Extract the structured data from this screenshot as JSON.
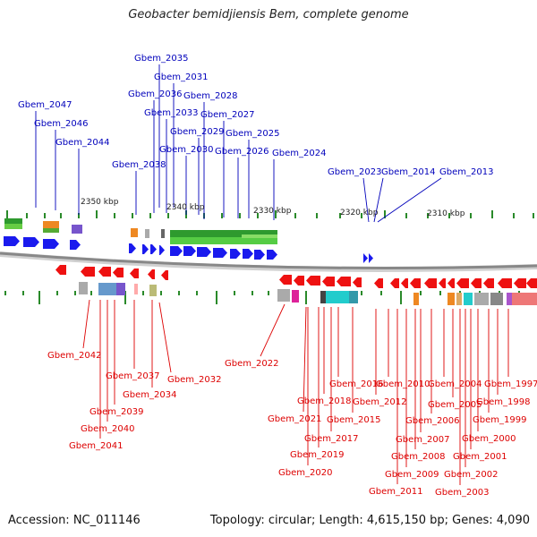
{
  "title": "Geobacter bemidjiensis Bem, complete genome",
  "accession": "Accession: NC_011146",
  "summary": "Topology: circular; Length: 4,615,150 bp; Genes: 4,090",
  "colors": {
    "forward_label": "#0000bb",
    "reverse_label": "#dd0000",
    "backbone": "#888888",
    "tick": "#2a8a2a",
    "forward_gene": "#1a1aee",
    "reverse_gene": "#ee1111"
  },
  "scale": {
    "ticks": [
      "2350 kbp",
      "2340 kbp",
      "2330 kbp",
      "2320 kbp",
      "2310 kbp"
    ]
  },
  "forward_labels": [
    "Gbem_2047",
    "Gbem_2046",
    "Gbem_2044",
    "Gbem_2038",
    "Gbem_2035",
    "Gbem_2031",
    "Gbem_2036",
    "Gbem_2033",
    "Gbem_2029",
    "Gbem_2030",
    "Gbem_2028",
    "Gbem_2027",
    "Gbem_2026",
    "Gbem_2025",
    "Gbem_2024",
    "Gbem_2023",
    "Gbem_2014",
    "Gbem_2013"
  ],
  "reverse_labels": [
    "Gbem_2042",
    "Gbem_2037",
    "Gbem_2034",
    "Gbem_2039",
    "Gbem_2040",
    "Gbem_2041",
    "Gbem_2032",
    "Gbem_2022",
    "Gbem_2016",
    "Gbem_2018",
    "Gbem_2021",
    "Gbem_2015",
    "Gbem_2017",
    "Gbem_2019",
    "Gbem_2020",
    "Gbem_2012",
    "Gbem_2010",
    "Gbem_2011",
    "Gbem_2009",
    "Gbem_2008",
    "Gbem_2007",
    "Gbem_2006",
    "Gbem_2004",
    "Gbem_2005",
    "Gbem_2003",
    "Gbem_2002",
    "Gbem_2001",
    "Gbem_2000",
    "Gbem_1999",
    "Gbem_1998",
    "Gbem_1997"
  ]
}
